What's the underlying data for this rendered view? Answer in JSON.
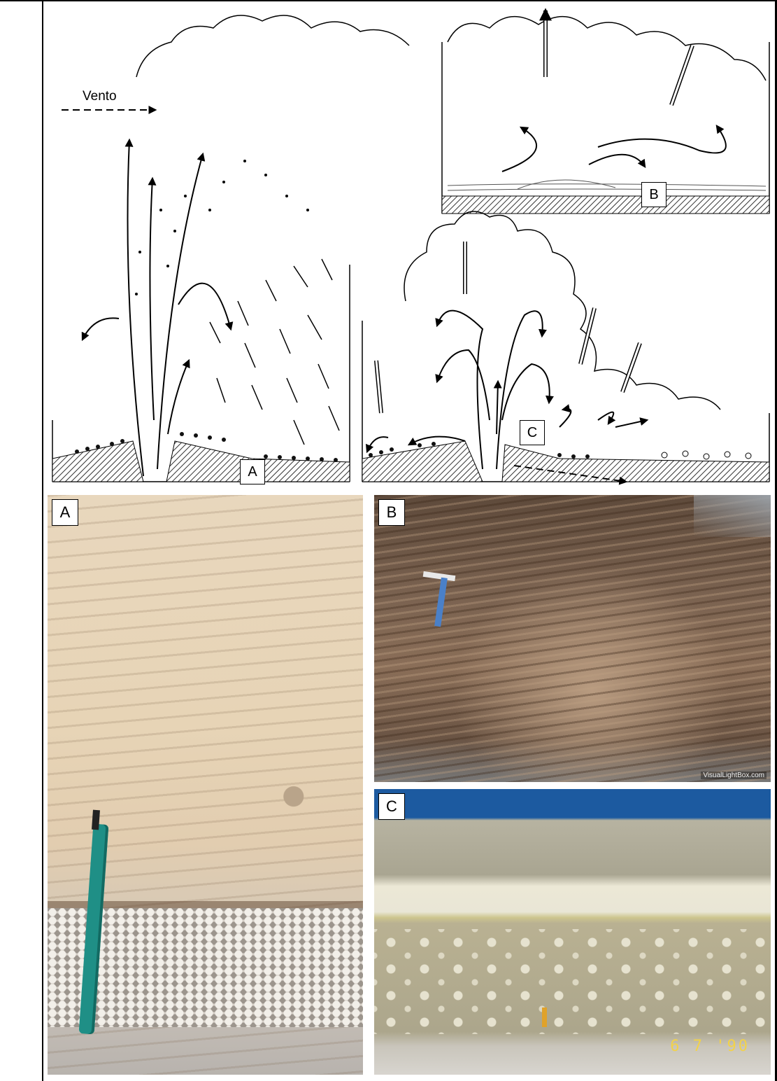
{
  "diagram": {
    "wind_label": "Vento",
    "panel_labels": [
      "A",
      "B",
      "C"
    ]
  },
  "photos": {
    "labels": [
      "A",
      "B",
      "C"
    ],
    "watermark_b": "VisualLightBox.com",
    "date_stamp_c": "6  7 '90"
  },
  "colors": {
    "sky": "#1c5aa0",
    "ash_light": "#e9dcc5",
    "surge_brown": "#6d5443",
    "flow_olive": "#b9b192"
  }
}
